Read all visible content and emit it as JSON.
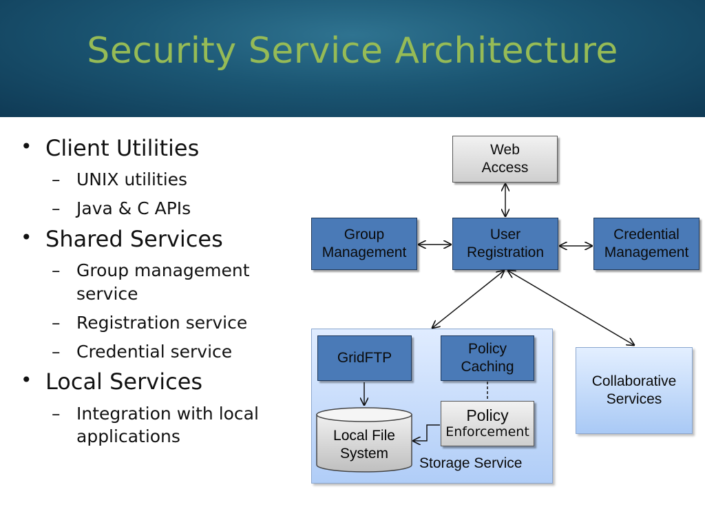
{
  "slide": {
    "title": "Security Service Architecture"
  },
  "bullets": [
    {
      "text": "Client Utilities",
      "level": 1
    },
    {
      "text": "UNIX utilities",
      "level": 2
    },
    {
      "text": "Java & C APIs",
      "level": 2
    },
    {
      "text": "Shared Services",
      "level": 1
    },
    {
      "text": "Group management service",
      "level": 2
    },
    {
      "text": "Registration service",
      "level": 2
    },
    {
      "text": "Credential service",
      "level": 2
    },
    {
      "text": "Local Services",
      "level": 1
    },
    {
      "text": "Integration with local applications",
      "level": 2
    }
  ],
  "diagram": {
    "web_access": "Web\nAccess",
    "group_management": "Group\nManagement",
    "user_registration": "User\nRegistration",
    "credential_management": "Credential\nManagement",
    "gridftp": "GridFTP",
    "policy_caching": "Policy\nCaching",
    "policy_enforcement_line1": "Policy",
    "policy_enforcement_line2": "Enforcement",
    "local_file_system": "Local File\nSystem",
    "storage_service": "Storage Service",
    "collaborative_services": "Collaborative\nServices"
  },
  "colors": {
    "title": "#96bb56",
    "header_background": "#1b5673",
    "blue_box": "#4a7ab7",
    "light_box": "#b0cdf7",
    "gray_box": "#d9d9d9"
  }
}
